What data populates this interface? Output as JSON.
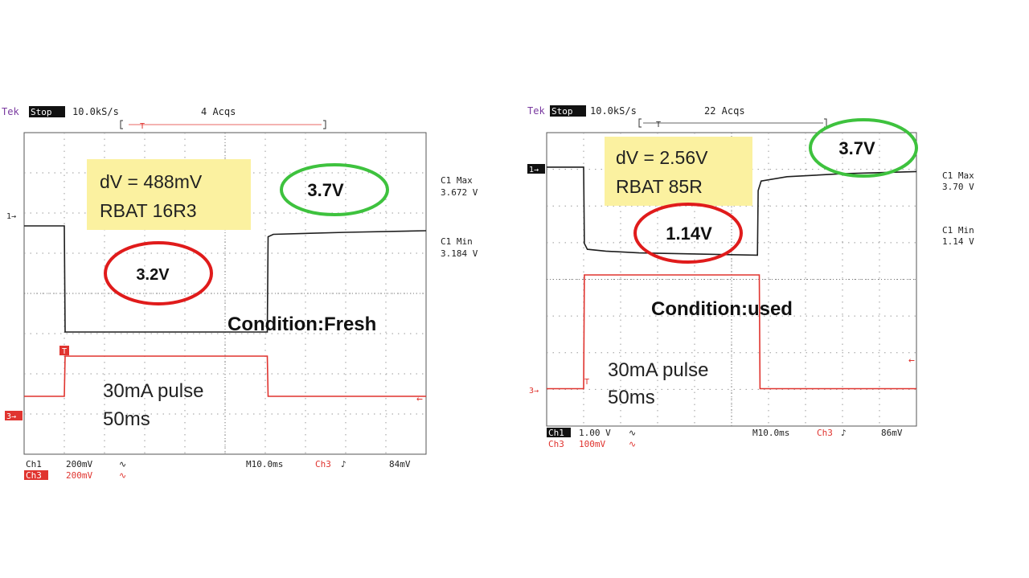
{
  "colors": {
    "ch1": "#1e1e1e",
    "ch3": "#e0342f",
    "grid": "#9a9a9a",
    "tek": "#7a3aa0",
    "note_bg": "#fbf1a0",
    "ring_max": "#3ec23e",
    "ring_min": "#e01b1b"
  },
  "chart_data": [
    {
      "type": "line",
      "header": {
        "brand": "Tek",
        "state": "Stop",
        "rate": "10.0kS/s",
        "acqs": "4 Acqs"
      },
      "divisions": {
        "x": 10,
        "y": 8
      },
      "series": [
        {
          "name": "Ch1",
          "x": [
            0,
            1.0,
            1.02,
            6.05,
            6.07,
            6.2,
            8,
            10
          ],
          "y": [
            5.68,
            5.68,
            3.04,
            3.04,
            5.41,
            5.47,
            5.52,
            5.56
          ]
        },
        {
          "name": "Ch3",
          "x": [
            0,
            1.0,
            1.02,
            6.05,
            6.07,
            10
          ],
          "y": [
            1.44,
            1.44,
            2.44,
            2.44,
            1.44,
            1.44
          ]
        }
      ],
      "markers": {
        "ch1": "1→",
        "ch3": "3→",
        "trigger": "T",
        "right_arrow": "←"
      },
      "readouts": {
        "max_label": "C1 Max",
        "max_value": "3.672 V",
        "min_label": "C1 Min",
        "min_value": "3.184 V"
      },
      "footer": {
        "ch1_label": "Ch1",
        "ch1_scale": "200mV",
        "ch1_coupling": "∿",
        "ch3_label": "Ch3",
        "ch3_scale": "200mV",
        "ch3_coupling": "∿",
        "timebase": "M10.0ms",
        "trig_src": "Ch3",
        "trig_slope": "♪",
        "trig_level": "84mV"
      },
      "annotations": {
        "note_line1": "dV = 488mV",
        "note_line2": "RBAT  16R3",
        "max_text": "3.7V",
        "min_text": "3.2V",
        "condition": "Condition:Fresh",
        "pulse_line1": "30mA pulse",
        "pulse_line2": "50ms"
      }
    },
    {
      "type": "line",
      "header": {
        "brand": "Tek",
        "state": "Stop",
        "rate": "10.0kS/s",
        "acqs": "22 Acqs"
      },
      "divisions": {
        "x": 10,
        "y": 8
      },
      "series": [
        {
          "name": "Ch1",
          "x": [
            0,
            1.0,
            1.02,
            1.1,
            1.6,
            2.5,
            5.7,
            5.72,
            5.8,
            6.5,
            8,
            10
          ],
          "y": [
            7.06,
            7.06,
            4.98,
            4.82,
            4.77,
            4.72,
            4.66,
            6.42,
            6.68,
            6.8,
            6.88,
            6.94
          ]
        },
        {
          "name": "Ch3",
          "x": [
            0,
            1.0,
            1.02,
            5.75,
            5.77,
            10
          ],
          "y": [
            1.02,
            1.02,
            4.12,
            4.12,
            1.02,
            1.02
          ]
        }
      ],
      "markers": {
        "ch1": "1→",
        "ch3": "3→",
        "trigger": "T",
        "right_arrow": "←"
      },
      "readouts": {
        "max_label": "C1 Max",
        "max_value": "3.70 V",
        "min_label": "C1 Min",
        "min_value": "1.14 V"
      },
      "footer": {
        "ch1_label": "Ch1",
        "ch1_scale": "1.00 V",
        "ch1_coupling": "∿",
        "ch3_label": "Ch3",
        "ch3_scale": "100mV",
        "ch3_coupling": "∿",
        "timebase": "M10.0ms",
        "trig_src": "Ch3",
        "trig_slope": "♪",
        "trig_level": "86mV"
      },
      "annotations": {
        "note_line1": "dV = 2.56V",
        "note_line2": "RBAT  85R",
        "max_text": "3.7V",
        "min_text": "1.14V",
        "condition": "Condition:used",
        "pulse_line1": "30mA pulse",
        "pulse_line2": "50ms"
      }
    }
  ]
}
